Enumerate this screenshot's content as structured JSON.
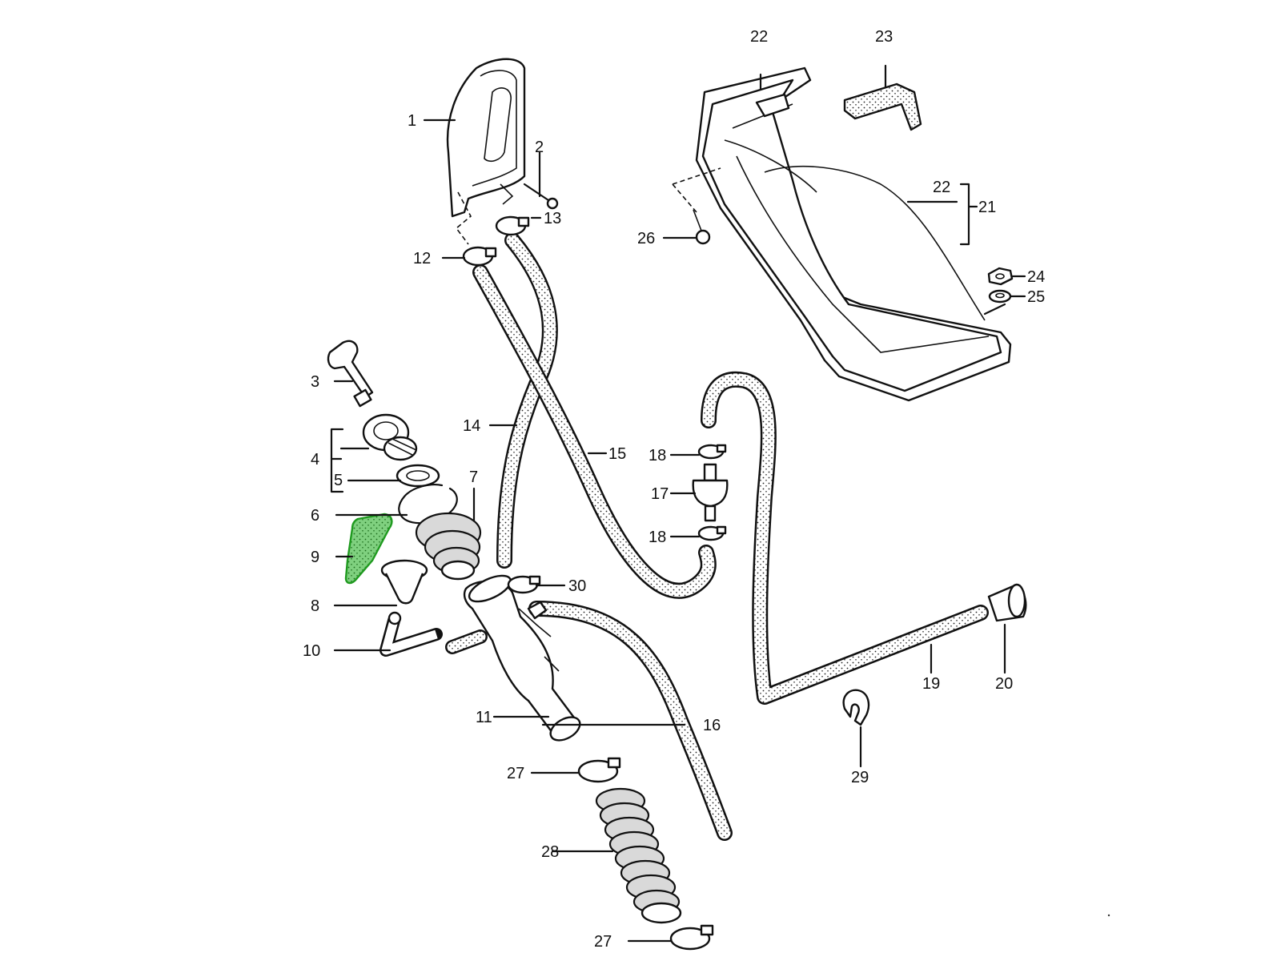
{
  "parts": [
    {
      "n": "1",
      "label": "1"
    },
    {
      "n": "2",
      "label": "2"
    },
    {
      "n": "3",
      "label": "3"
    },
    {
      "n": "4",
      "label": "4"
    },
    {
      "n": "5",
      "label": "5"
    },
    {
      "n": "6",
      "label": "6"
    },
    {
      "n": "7",
      "label": "7"
    },
    {
      "n": "8",
      "label": "8"
    },
    {
      "n": "9",
      "label": "9",
      "highlight": true
    },
    {
      "n": "10",
      "label": "10"
    },
    {
      "n": "11",
      "label": "11"
    },
    {
      "n": "12",
      "label": "12"
    },
    {
      "n": "13",
      "label": "13"
    },
    {
      "n": "14",
      "label": "14"
    },
    {
      "n": "15",
      "label": "15"
    },
    {
      "n": "16",
      "label": "16"
    },
    {
      "n": "17",
      "label": "17"
    },
    {
      "n": "18a",
      "label": "18"
    },
    {
      "n": "18b",
      "label": "18"
    },
    {
      "n": "19",
      "label": "19"
    },
    {
      "n": "20",
      "label": "20"
    },
    {
      "n": "21",
      "label": "21"
    },
    {
      "n": "22a",
      "label": "22"
    },
    {
      "n": "22b",
      "label": "22"
    },
    {
      "n": "23",
      "label": "23"
    },
    {
      "n": "24",
      "label": "24"
    },
    {
      "n": "25",
      "label": "25"
    },
    {
      "n": "26",
      "label": "26"
    },
    {
      "n": "27a",
      "label": "27"
    },
    {
      "n": "27b",
      "label": "27"
    },
    {
      "n": "28",
      "label": "28"
    },
    {
      "n": "29",
      "label": "29"
    },
    {
      "n": "30",
      "label": "30"
    }
  ],
  "colors": {
    "line": "#111111",
    "background": "#ffffff",
    "highlight_fill": "#7fd07f",
    "highlight_stroke": "#1f9a1f"
  }
}
